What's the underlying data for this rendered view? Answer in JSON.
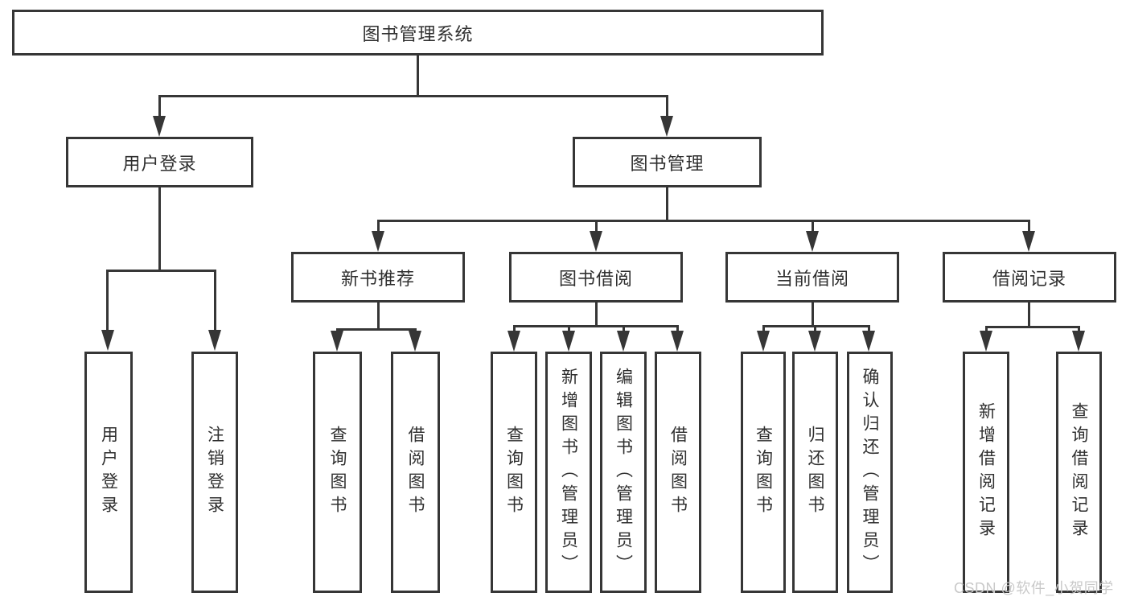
{
  "nodes": {
    "root": "图书管理系统",
    "user_login": "用户登录",
    "book_mgmt": "图书管理",
    "new_book": "新书推荐",
    "book_borrow": "图书借阅",
    "current_borrow": "当前借阅",
    "borrow_record": "借阅记录",
    "leaf_user_login": "用户登录",
    "leaf_logout": "注销登录",
    "leaf_query_book_1": "查询图书",
    "leaf_borrow_book_1": "借阅图书",
    "leaf_query_book_2": "查询图书",
    "leaf_add_book": "新增图书（管理员）",
    "leaf_edit_book": "编辑图书（管理员）",
    "leaf_borrow_book_2": "借阅图书",
    "leaf_query_book_3": "查询图书",
    "leaf_return_book": "归还图书",
    "leaf_confirm_return": "确认归还（管理员）",
    "leaf_add_record": "新增借阅记录",
    "leaf_query_record": "查询借阅记录"
  },
  "hierarchy": {
    "图书管理系统": {
      "用户登录": [
        "用户登录",
        "注销登录"
      ],
      "图书管理": {
        "新书推荐": [
          "查询图书",
          "借阅图书"
        ],
        "图书借阅": [
          "查询图书",
          "新增图书（管理员）",
          "编辑图书（管理员）",
          "借阅图书"
        ],
        "当前借阅": [
          "查询图书",
          "归还图书",
          "确认归还（管理员）"
        ],
        "借阅记录": [
          "新增借阅记录",
          "查询借阅记录"
        ]
      }
    }
  },
  "watermark": "CSDN @软件_小贺同学",
  "colors": {
    "line": "#363636",
    "border": "#363636",
    "text": "#2f2f2f",
    "background": "#ffffff",
    "watermark_text": "#c9c9c9"
  }
}
